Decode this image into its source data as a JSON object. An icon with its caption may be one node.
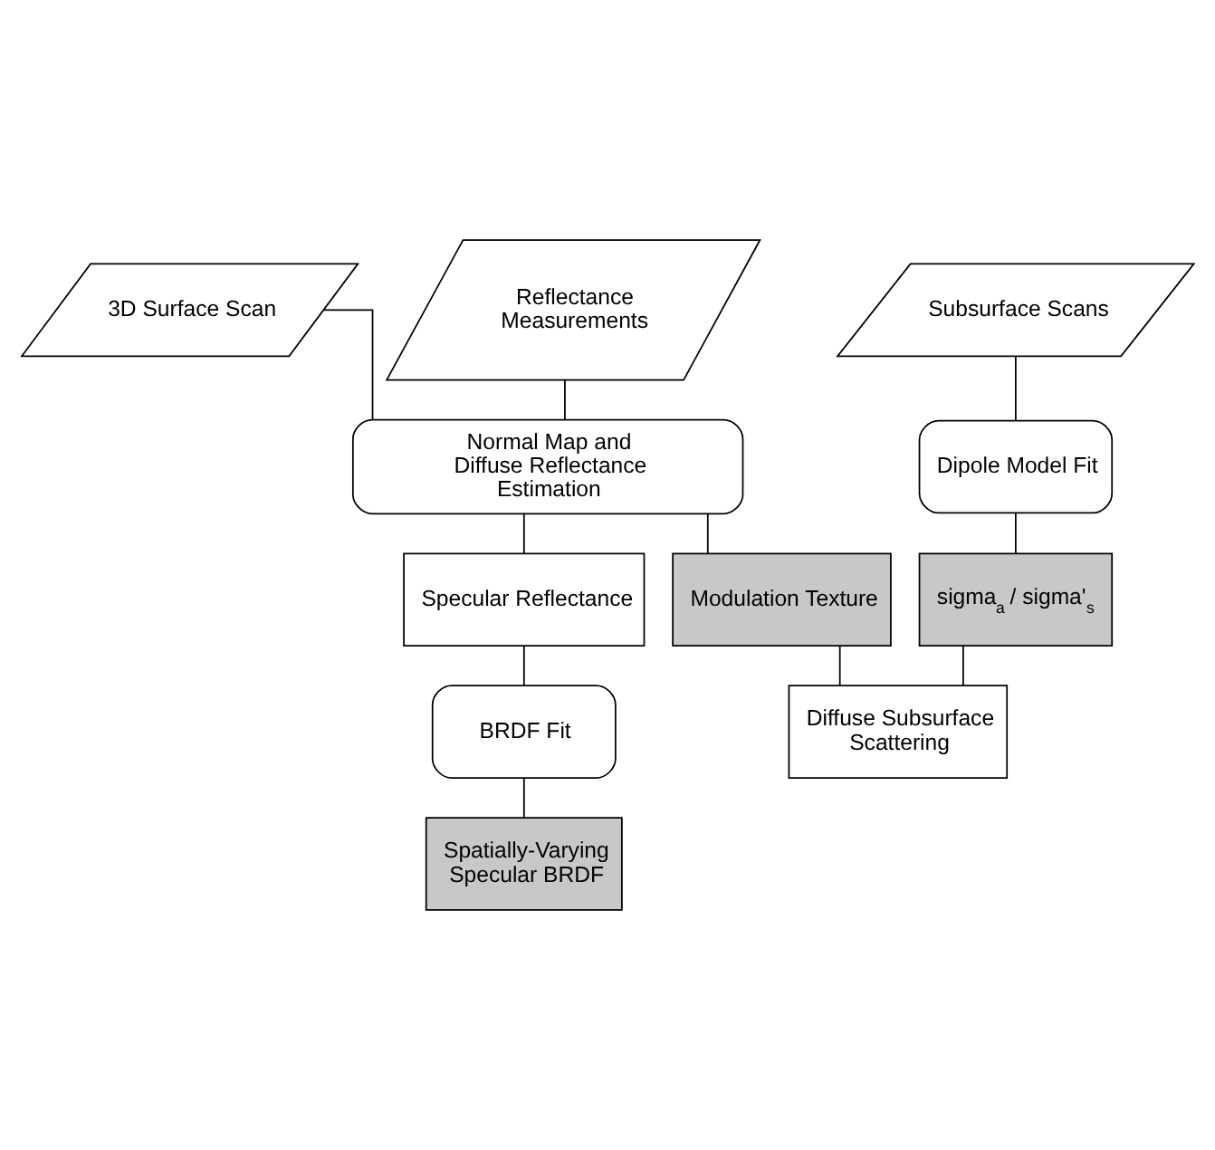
{
  "diagram": {
    "nodes": [
      {
        "text": [
          "3D Surface Scan"
        ]
      },
      {
        "text": [
          "Reflectance Measurements"
        ]
      },
      {
        "text": [
          "Subsurface Scans"
        ]
      },
      {
        "text": [
          "Normal Map and Diffuse Reflectance Estimation"
        ]
      },
      {
        "text": [
          "Dipole Model Fit"
        ]
      },
      {
        "text": [
          "Specular Reflectance"
        ]
      },
      {
        "text": [
          "Modulation Texture"
        ]
      },
      {
        "text": [
          "sigma$_{a}$ / sigma'$_{s}$"
        ]
      },
      {
        "text": [
          "BRDF Fit"
        ]
      },
      {
        "text": [
          "Spatially-Varying Specular BRDF"
        ]
      },
      {
        "text": [
          "Diffuse Subsurface Scattering"
        ]
      }
    ],
    "edges": [
      {
        "from": 0,
        "to": 3,
        "arrow": "none"
      },
      {
        "from": 1,
        "to": 3,
        "arrow": "none"
      },
      {
        "from": 2,
        "to": 4,
        "arrow": "none"
      },
      {
        "from": 3,
        "to": 5,
        "arrow": "none"
      },
      {
        "from": 3,
        "to": 6,
        "arrow": "none"
      },
      {
        "from": 4,
        "to": 7,
        "arrow": "none"
      },
      {
        "from": 5,
        "to": 8,
        "arrow": "none"
      },
      {
        "from": 8,
        "to": 9,
        "arrow": "none"
      },
      {
        "from": 6,
        "to": 10,
        "arrow": "none"
      },
      {
        "from": 7,
        "to": 10,
        "arrow": "none"
      }
    ]
  }
}
